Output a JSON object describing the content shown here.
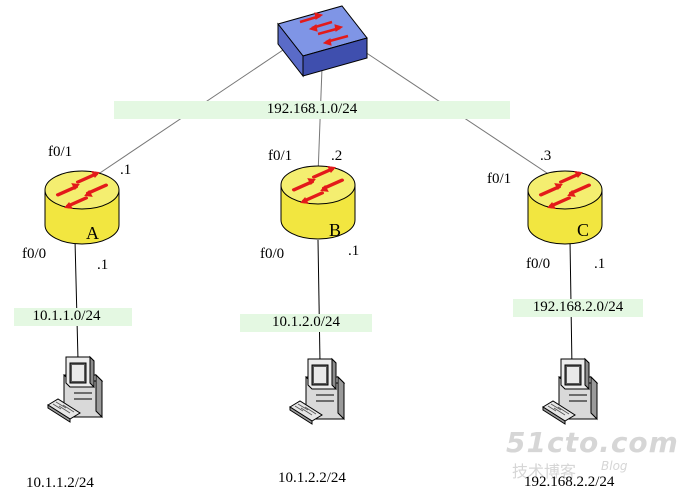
{
  "colors": {
    "switch_top": "#7f95e6",
    "switch_side": "#3f4fae",
    "router_top": "#f4ee70",
    "router_side": "#f2e640",
    "arrow_red": "#e31a1a",
    "band_green": "#e4f8e2",
    "link_gray": "#777777"
  },
  "switch": {
    "icon": "switch-icon"
  },
  "backbone": {
    "subnet": "192.168.1.0/24"
  },
  "routers": [
    {
      "id": "router-a",
      "name": "A",
      "uplink_port": "f0/1",
      "uplink_addr": ".1",
      "lan_port": "f0/0",
      "lan_addr": ".1",
      "lan_subnet": "10.1.1.0/24",
      "host_ip": "10.1.1.2/24"
    },
    {
      "id": "router-b",
      "name": "B",
      "uplink_port": "f0/1",
      "uplink_addr": ".2",
      "lan_port": "f0/0",
      "lan_addr": ".1",
      "lan_subnet": "10.1.2.0/24",
      "host_ip": "10.1.2.2/24"
    },
    {
      "id": "router-c",
      "name": "C",
      "uplink_port": "f0/1",
      "uplink_addr": ".3",
      "lan_port": "f0/0",
      "lan_addr": ".1",
      "lan_subnet": "192.168.2.0/24",
      "host_ip": "192.168.2.2/24"
    }
  ],
  "watermark": {
    "site": "51cto.com",
    "tagline": "技术博客",
    "blog": "Blog"
  }
}
